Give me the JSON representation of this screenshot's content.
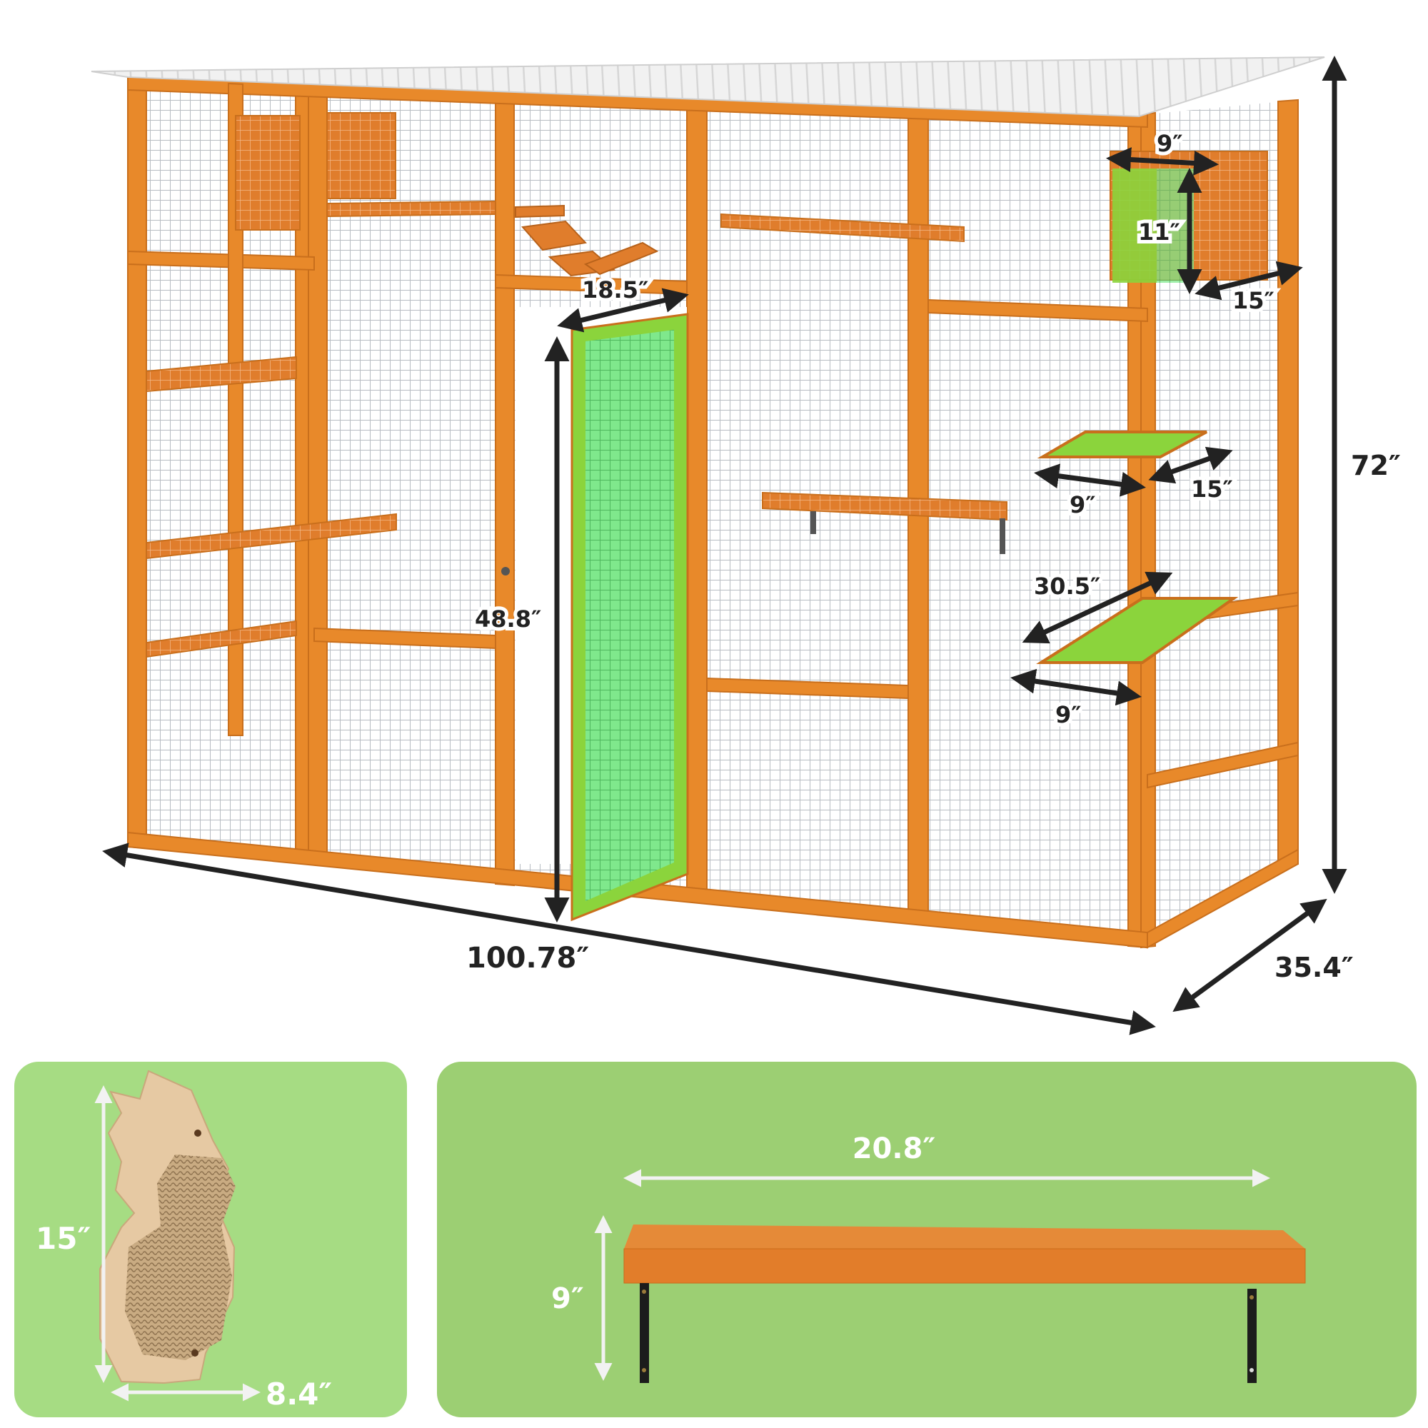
{
  "product": "Outdoor wooden cat enclosure (catio) with corrugated clear roof",
  "colors": {
    "frame_orange": "#e8892a",
    "frame_orange_dark": "#c96f1c",
    "roof": "#eeeeee",
    "mesh": "#b7bcc2",
    "highlight_green": "#8bd43c",
    "door_green": "#6ee07a",
    "arrow_dark": "#222222",
    "panel_left_bg": "#a6dc83",
    "panel_right_bg": "#9ccf73",
    "arrow_light": "#f2f2f2"
  },
  "main_dimensions": {
    "height": "72″",
    "width": "100.78″",
    "depth": "35.4″",
    "door_height": "48.8″",
    "door_width": "18.5″"
  },
  "hideout_box": {
    "width": "9″",
    "height": "11″",
    "depth": "15″"
  },
  "upper_platform": {
    "width": "9″",
    "depth": "15″"
  },
  "lower_platform": {
    "diagonal": "30.5″",
    "width": "9″"
  },
  "scratcher_panel": {
    "item": "cat-shaped sisal scratching board",
    "height": "15″",
    "width": "8.4″"
  },
  "shelf_panel": {
    "item": "wall shelf with black brackets",
    "length": "20.8″",
    "height": "9″"
  }
}
